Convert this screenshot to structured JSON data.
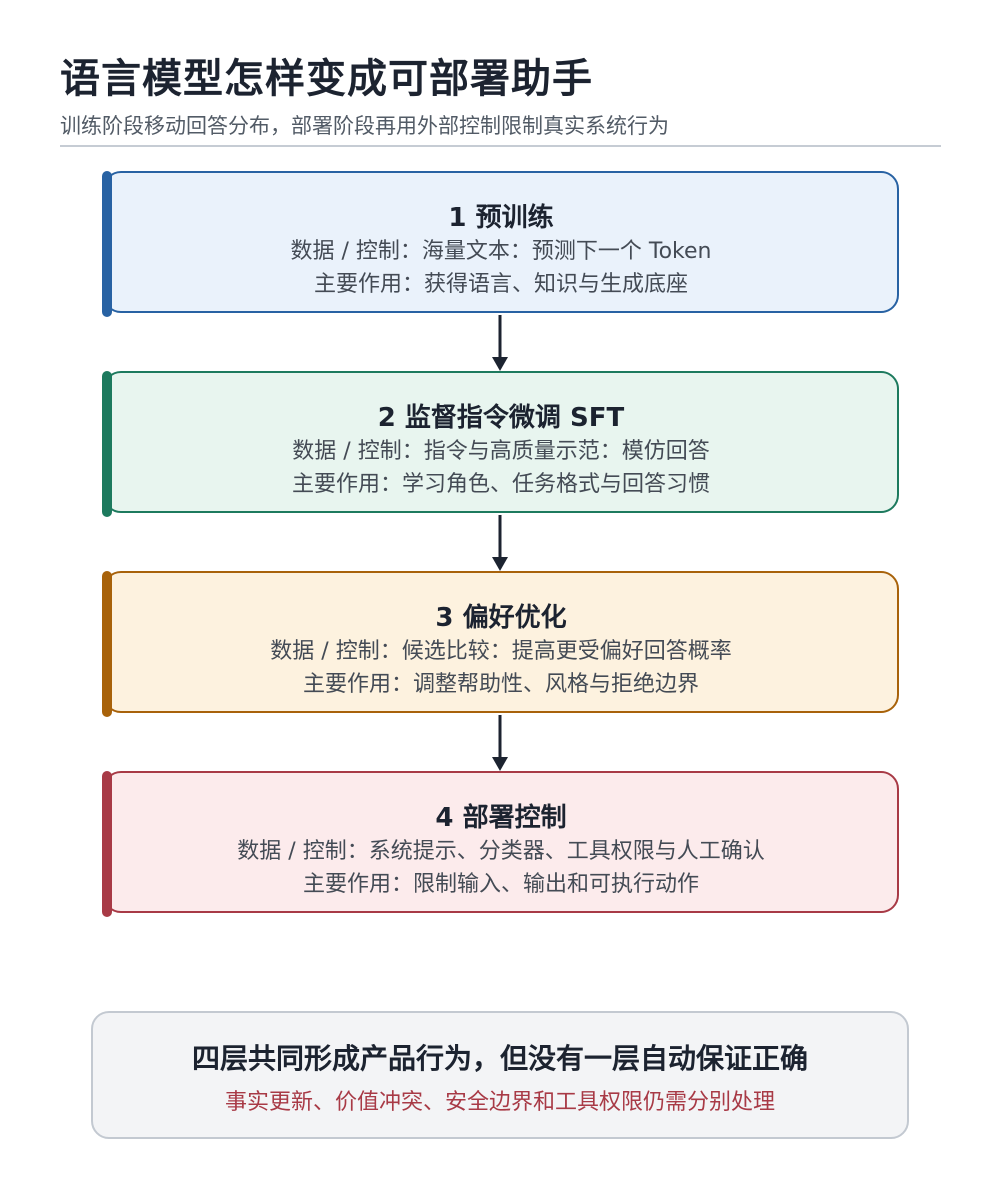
{
  "header": {
    "title": "语言模型怎样变成可部署助手",
    "subtitle": "训练阶段移动回答分布，部署阶段再用外部控制限制真实系统行为"
  },
  "stages": [
    {
      "title": "1 预训练",
      "line1": "数据 / 控制：海量文本：预测下一个 Token",
      "line2": "主要作用：获得语言、知识与生成底座",
      "accent": "#2862a3",
      "fill": "#eaf2fb"
    },
    {
      "title": "2 监督指令微调 SFT",
      "line1": "数据 / 控制：指令与高质量示范：模仿回答",
      "line2": "主要作用：学习角色、任务格式与回答习惯",
      "accent": "#1d7a5e",
      "fill": "#e8f5ef"
    },
    {
      "title": "3 偏好优化",
      "line1": "数据 / 控制：候选比较：提高更受偏好回答概率",
      "line2": "主要作用：调整帮助性、风格与拒绝边界",
      "accent": "#a8620a",
      "fill": "#fdf2df"
    },
    {
      "title": "4 部署控制",
      "line1": "数据 / 控制：系统提示、分类器、工具权限与人工确认",
      "line2": "主要作用：限制输入、输出和可执行动作",
      "accent": "#a83a46",
      "fill": "#fcebec"
    }
  ],
  "summary": {
    "title": "四层共同形成产品行为，但没有一层自动保证正确",
    "note": "事实更新、价值冲突、安全边界和工具权限仍需分别处理"
  },
  "colors": {
    "arrow": "#1c2330",
    "summary_note": "#a83a46"
  }
}
